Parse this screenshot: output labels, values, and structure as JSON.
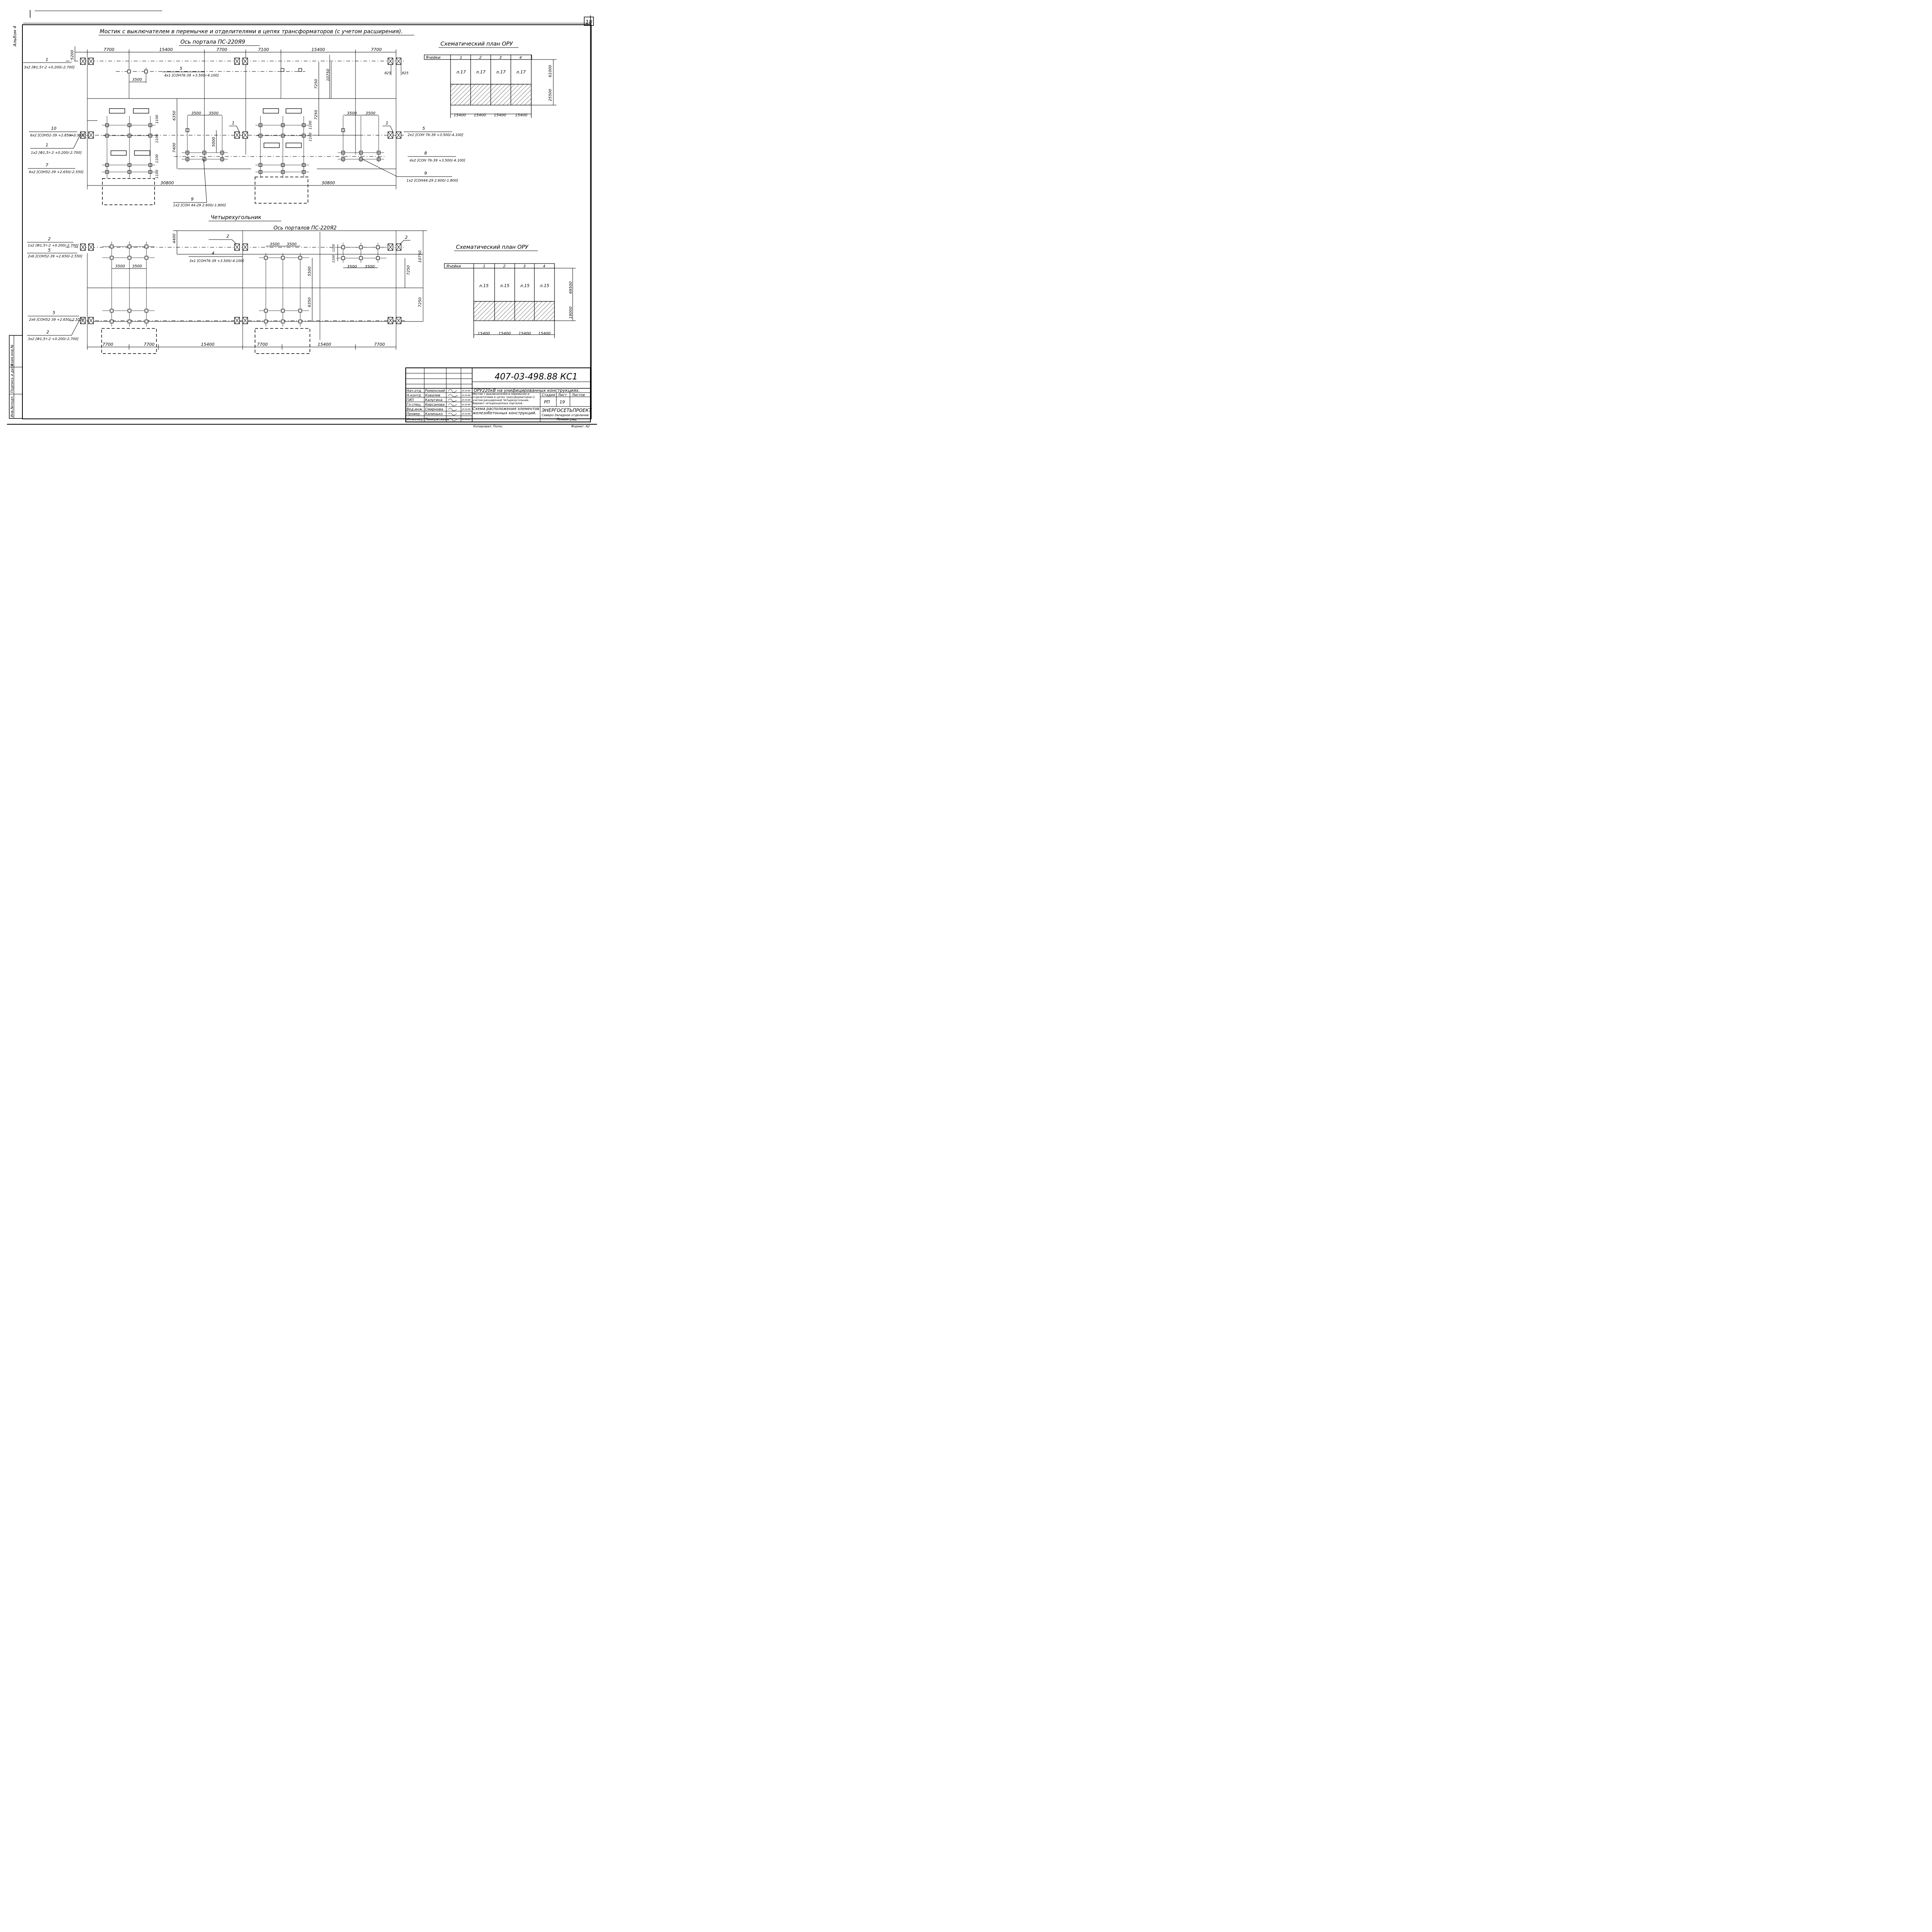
{
  "sheet": {
    "sheet_number": "18",
    "album_note": "Альбом 4"
  },
  "scheme1": {
    "title": "Мостик с выключателем в перемычке и отделителями в цепях трансформаторов (с учетом расширения).",
    "axis_label": "Ось портала ПС-220Я9",
    "dims_top": [
      "7700",
      "15400",
      "7700",
      "7100",
      "15400",
      "7700"
    ],
    "dim_5200": "5200",
    "dim_3500a": "3500",
    "dim_825a": "825",
    "dim_825b": "825",
    "dim_10750": "10750",
    "dim_7250a": "7250",
    "dim_7250b": "7250",
    "dim_6350": "6350",
    "dim_7400": "7400",
    "dim_5000": "5000",
    "dim_1100a": "1100",
    "dim_1100b": "1100",
    "dim_1100c": "1100",
    "dim_1100d": "1100",
    "dim_1100e": "1100",
    "dim_1100f": "1100",
    "dim_3500b": "3500",
    "dim_3500c": "3500",
    "dim_3500d": "3500",
    "dim_3500e": "3500",
    "dim_30800a": "30800",
    "dim_30800b": "30800",
    "callouts": [
      {
        "num": "1",
        "spec": "3х2 [Ф1,5т-2 +0.200/-2.700]"
      },
      {
        "num": "5",
        "spec": "4х1 [СОН76-39 +3.500/-4.100]"
      },
      {
        "num": "10",
        "spec": "6х2 [СОН52-39 +2.850/-2.350]"
      },
      {
        "num": "1",
        "spec": "1х2 [Ф1,5т-2 +0.200/-2.700]"
      },
      {
        "num": "7",
        "spec": "6х2 [СОН52-39 +2.650/-2.550]"
      },
      {
        "num": "9",
        "spec": "1х2 [СОН 44-29 2.600/-1.800]"
      },
      {
        "num": "1",
        "spec": ""
      },
      {
        "num": "1",
        "spec": ""
      },
      {
        "num": "5",
        "spec": "2х1 [СОН 76-39 +3.500/-4.100]"
      },
      {
        "num": "8",
        "spec": "4х2 [СОН 76-39 +3.500/-4.100]"
      },
      {
        "num": "9",
        "spec": "1х2 [СОН44-29 2.600/-1.800]"
      }
    ]
  },
  "scheme2": {
    "title": "Четырехугольник",
    "axis_label": "Ось порталов ПС-220Я2",
    "dim_4400": "4400",
    "dim_3500a": "3500",
    "dim_3500b": "3500",
    "dim_3500c": "3500",
    "dim_3500d": "3500",
    "dim_3500e": "3500",
    "dim_3500f": "3500",
    "dim_1100a": "1100",
    "dim_1100b": "1100",
    "dim_5500": "5500",
    "dim_6350": "6350",
    "dim_7250a": "7250",
    "dim_7250b": "7250",
    "dim_10750": "10750",
    "dims_bottom": [
      "7700",
      "7700",
      "15400",
      "7700",
      "15400",
      "7700"
    ],
    "callouts": [
      {
        "num": "2",
        "spec": "1х2 [Ф1,5т-2 +0.200/-2.700]"
      },
      {
        "num": "5",
        "spec": "2х6 [СОН52-39 +2.650/-2.550]"
      },
      {
        "num": "2",
        "spec": ""
      },
      {
        "num": "2",
        "spec": ""
      },
      {
        "num": "4",
        "spec": "3х1 [СОН76-39 +3.500/-4.100]"
      },
      {
        "num": "5",
        "spec": "2х6 [СОН52-39 +2.650/-2.550]"
      },
      {
        "num": "2",
        "spec": "3х2 [Ф1,5т-2 +0.200/-2.700]"
      }
    ]
  },
  "plan1": {
    "title": "Схематический план ОРУ",
    "header_label": "Ячейки",
    "cells": [
      "1",
      "2",
      "3",
      "4"
    ],
    "sheet_refs": [
      "л.17",
      "л.17",
      "л.17",
      "л.17"
    ],
    "widths": [
      "15400",
      "15400",
      "15400",
      "15400"
    ],
    "dims": [
      "61000",
      "25500"
    ]
  },
  "plan2": {
    "title": "Схематический план ОРУ",
    "header_label": "Ячейки",
    "cells": [
      "1",
      "2",
      "3",
      "4"
    ],
    "sheet_refs": [
      "л.15",
      "л.15",
      "л.15",
      "л.15"
    ],
    "widths": [
      "15400",
      "15400",
      "15400",
      "15400"
    ],
    "dims": [
      "69500",
      "18000"
    ]
  },
  "title_block": {
    "doc_code": "407-03-498.88 КС1",
    "project": "ОРУ220кВ на унифицированных конструкциях.",
    "sheet_desc": "Мостик с выключателем в перемычке и отделителями в цепях трансформаторов (с учетом расширения) Четырехугольник. Вариант четырехцепных порталов",
    "drawing_name": "Схема расположения элементов железобетонных конструкций.",
    "stage_label": "Стадия",
    "sheet_label": "Лист",
    "sheets_label": "Листов",
    "stage": "РП",
    "sheet": "19",
    "org": "ЭНЕРГОСЕТЬПРОЕКТ",
    "org_branch": "Северо-Западное отделение",
    "org_city": "Ленинград",
    "roles": [
      "Нач.отд.",
      "Н.контр.",
      "ГИП",
      "Гл.спец.",
      "Вед.инж.",
      "Провер.",
      "Инженер"
    ],
    "names": [
      "Роменский",
      "Ковалев",
      "Калугина",
      "Кирсанова",
      "Смирнова",
      "Калинько",
      "Панкратьева"
    ],
    "dates": [
      "20.04.88",
      "20.04.88",
      "20.04.88",
      "20.04.88",
      "20.04.88",
      "20.04.88",
      "20.04.88"
    ],
    "copied": "Копировал: Попкс",
    "format": "Формат: А2"
  },
  "side_stamp": {
    "labels": [
      "Инв.№подл.",
      "Подпись и дата",
      "Взам.инв.№"
    ]
  }
}
